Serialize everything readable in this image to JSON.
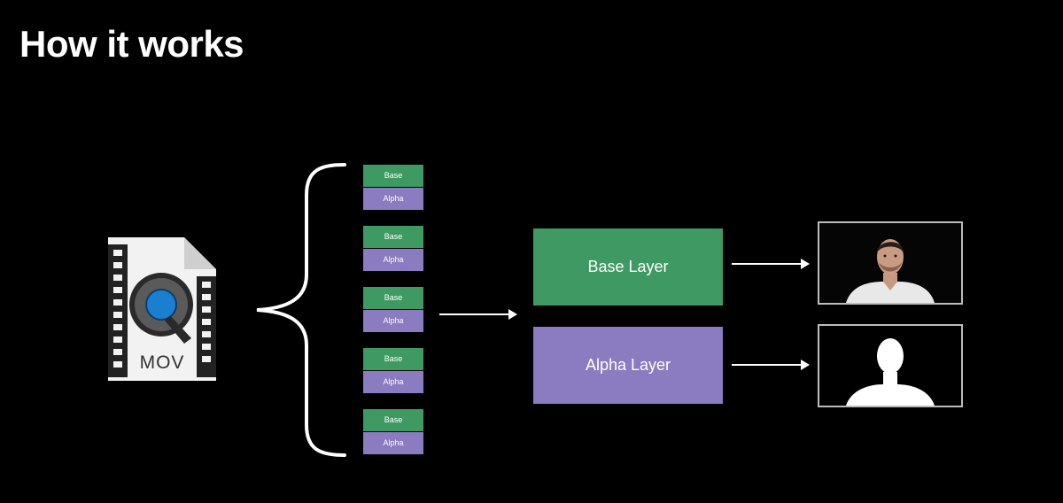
{
  "slide": {
    "title": "How it works"
  },
  "source_file": {
    "icon": "quicktime-file-icon",
    "label": "MOV"
  },
  "frames": [
    {
      "base_label": "Base",
      "alpha_label": "Alpha"
    },
    {
      "base_label": "Base",
      "alpha_label": "Alpha"
    },
    {
      "base_label": "Base",
      "alpha_label": "Alpha"
    },
    {
      "base_label": "Base",
      "alpha_label": "Alpha"
    },
    {
      "base_label": "Base",
      "alpha_label": "Alpha"
    }
  ],
  "layers": {
    "base": {
      "label": "Base Layer",
      "color": "#3e9a62"
    },
    "alpha": {
      "label": "Alpha Layer",
      "color": "#8b7bc0"
    }
  },
  "outputs": {
    "base": {
      "icon": "person-video-thumbnail"
    },
    "alpha": {
      "icon": "person-silhouette-matte"
    }
  }
}
